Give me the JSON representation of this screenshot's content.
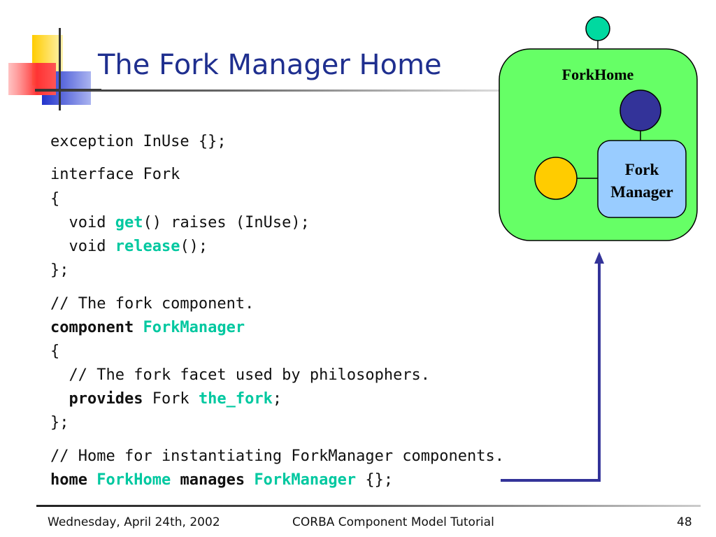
{
  "slide": {
    "title": "The Fork Manager Home",
    "code": {
      "l1": "exception InUse {};",
      "l2": "interface Fork",
      "l3": "{",
      "l4_a": "  void ",
      "l4_b": "get",
      "l4_c": "() raises (InUse);",
      "l5_a": "  void ",
      "l5_b": "release",
      "l5_c": "();",
      "l6": "};",
      "l7": "// The fork component.",
      "l8_a": "component ",
      "l8_b": "ForkManager",
      "l9": "{",
      "l10": "  // The fork facet used by philosophers.",
      "l11_a": "  provides",
      "l11_b": " Fork ",
      "l11_c": "the_fork",
      "l11_d": ";",
      "l12": "};",
      "l13": "// Home for instantiating ForkManager components.",
      "l14_a": "home ",
      "l14_b": "ForkHome",
      "l14_c": " manages ",
      "l14_d": "ForkManager",
      "l14_e": " {};"
    }
  },
  "diagram": {
    "home_label": "ForkHome",
    "component_label_1": "Fork",
    "component_label_2": "Manager",
    "colors": {
      "home_fill": "#66ff66",
      "component_fill": "#99ccff",
      "top_port": "#00d9a0",
      "facet_port": "#333399",
      "receptacle_port": "#ffcc00",
      "arrow": "#333399"
    }
  },
  "footer": {
    "date": "Wednesday, April 24th, 2002",
    "center": "CORBA Component Model Tutorial",
    "page": "48"
  }
}
